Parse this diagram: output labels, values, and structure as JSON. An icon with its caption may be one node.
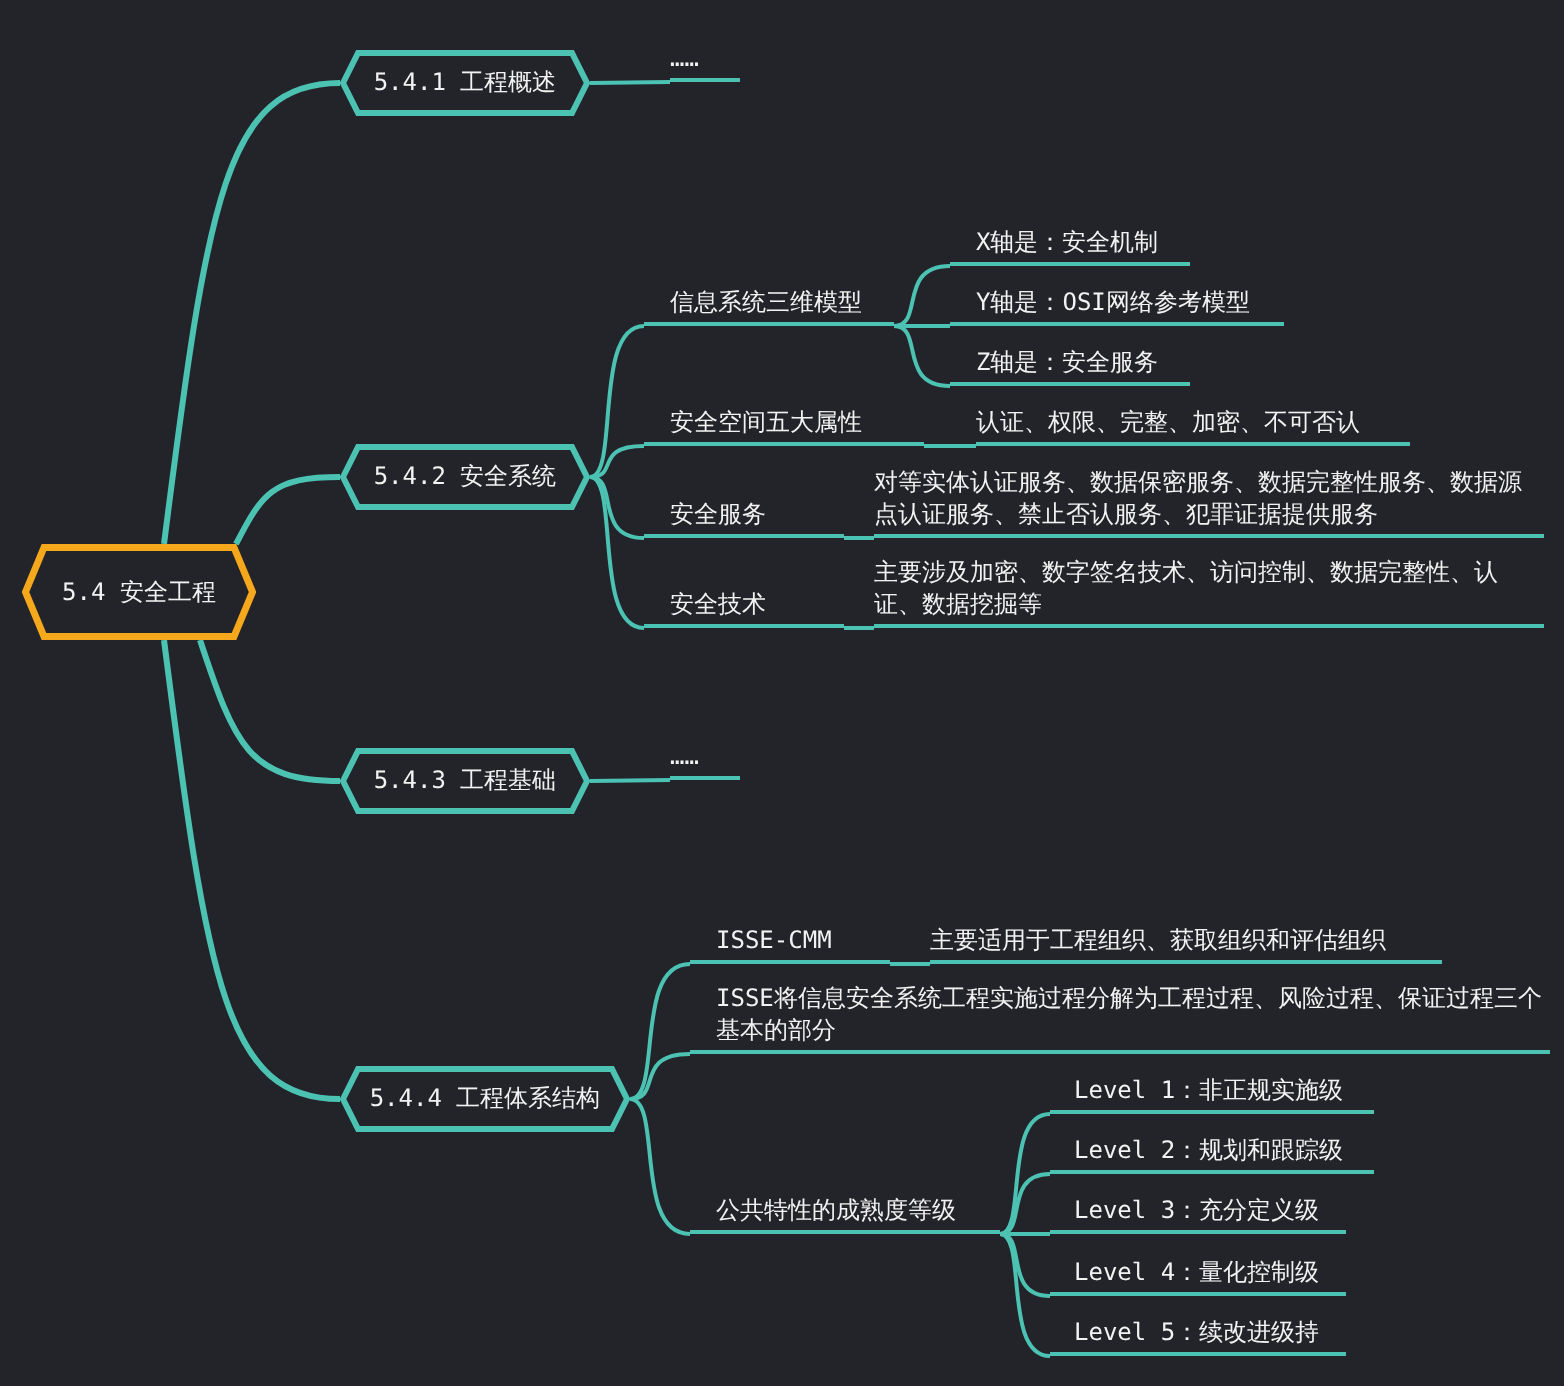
{
  "diagram": {
    "nodes": [
      {
        "text": [
          "5.4 安全工程"
        ]
      },
      {
        "text": [
          "5.4.1 工程概述"
        ]
      },
      {
        "text": [
          "……"
        ]
      },
      {
        "text": [
          "5.4.2 安全系统"
        ]
      },
      {
        "text": [
          "信息系统三维模型"
        ]
      },
      {
        "text": [
          "X轴是：安全机制"
        ]
      },
      {
        "text": [
          "Y轴是：OSI网络参考模型"
        ]
      },
      {
        "text": [
          "Z轴是：安全服务"
        ]
      },
      {
        "text": [
          "安全空间五大属性"
        ]
      },
      {
        "text": [
          "认证、权限、完整、加密、不可否认"
        ]
      },
      {
        "text": [
          "安全服务"
        ]
      },
      {
        "text": [
          "对等实体认证服务、数据保密服务、数据完整性服务、数据源点认证服务、禁止否认服务、犯罪证据提供服务"
        ]
      },
      {
        "text": [
          "安全技术"
        ]
      },
      {
        "text": [
          "主要涉及加密、数字签名技术、访问控制、数据完整性、认证、数据挖掘等"
        ]
      },
      {
        "text": [
          "5.4.3 工程基础"
        ]
      },
      {
        "text": [
          "……"
        ]
      },
      {
        "text": [
          "5.4.4 工程体系结构"
        ]
      },
      {
        "text": [
          "ISSE-CMM"
        ]
      },
      {
        "text": [
          "主要适用于工程组织、获取组织和评估组织"
        ]
      },
      {
        "text": [
          "ISSE将信息安全系统工程实施过程分解为工程过程、风险过程、保证过程三个基本的部分"
        ]
      },
      {
        "text": [
          "公共特性的成熟度等级"
        ]
      },
      {
        "text": [
          "Level 1：非正规实施级"
        ]
      },
      {
        "text": [
          "Level 2：规划和跟踪级"
        ]
      },
      {
        "text": [
          "Level 3：充分定义级"
        ]
      },
      {
        "text": [
          "Level 4：量化控制级"
        ]
      },
      {
        "text": [
          "Level 5：续改进级持"
        ]
      }
    ],
    "edges": [
      {
        "from": 0,
        "to": 1,
        "arrow": "none"
      },
      {
        "from": 1,
        "to": 2,
        "arrow": "none"
      },
      {
        "from": 0,
        "to": 3,
        "arrow": "none"
      },
      {
        "from": 3,
        "to": 4,
        "arrow": "none"
      },
      {
        "from": 4,
        "to": 5,
        "arrow": "none"
      },
      {
        "from": 4,
        "to": 6,
        "arrow": "none"
      },
      {
        "from": 4,
        "to": 7,
        "arrow": "none"
      },
      {
        "from": 3,
        "to": 8,
        "arrow": "none"
      },
      {
        "from": 8,
        "to": 9,
        "arrow": "none"
      },
      {
        "from": 3,
        "to": 10,
        "arrow": "none"
      },
      {
        "from": 10,
        "to": 11,
        "arrow": "none"
      },
      {
        "from": 3,
        "to": 12,
        "arrow": "none"
      },
      {
        "from": 12,
        "to": 13,
        "arrow": "none"
      },
      {
        "from": 0,
        "to": 14,
        "arrow": "none"
      },
      {
        "from": 14,
        "to": 15,
        "arrow": "none"
      },
      {
        "from": 0,
        "to": 16,
        "arrow": "none"
      },
      {
        "from": 16,
        "to": 17,
        "arrow": "none"
      },
      {
        "from": 17,
        "to": 18,
        "arrow": "none"
      },
      {
        "from": 16,
        "to": 19,
        "arrow": "none"
      },
      {
        "from": 16,
        "to": 20,
        "arrow": "none"
      },
      {
        "from": 20,
        "to": 21,
        "arrow": "none"
      },
      {
        "from": 20,
        "to": 22,
        "arrow": "none"
      },
      {
        "from": 20,
        "to": 23,
        "arrow": "none"
      },
      {
        "from": 20,
        "to": 24,
        "arrow": "none"
      },
      {
        "from": 20,
        "to": 25,
        "arrow": "none"
      }
    ]
  }
}
